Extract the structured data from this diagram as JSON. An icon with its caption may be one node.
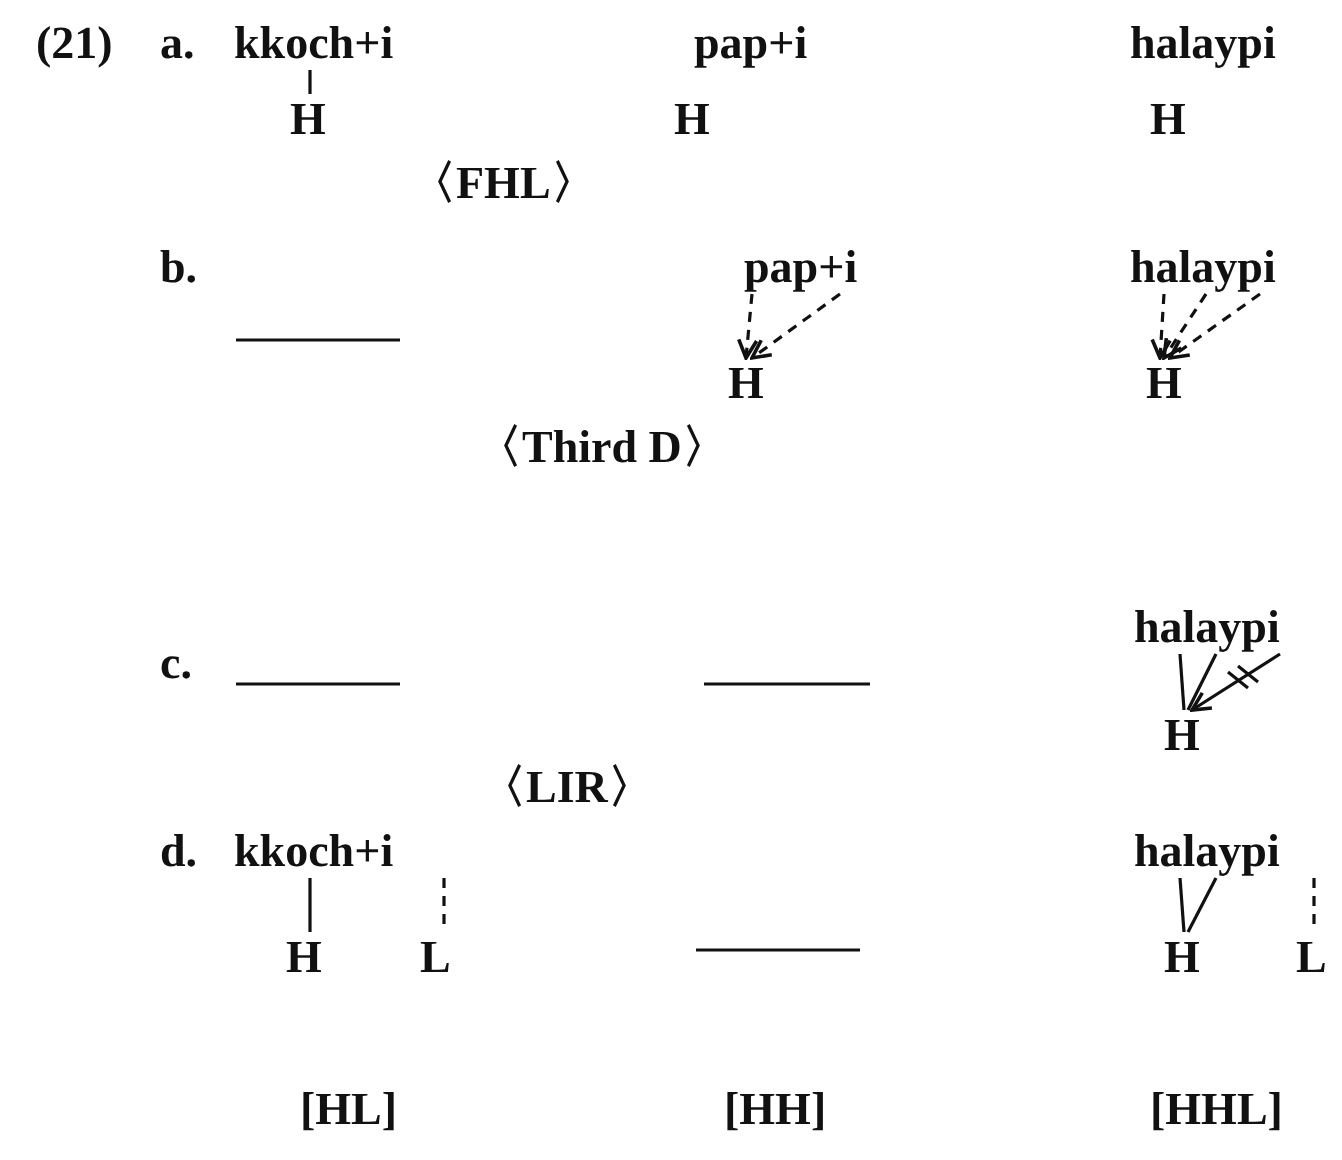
{
  "diagram": {
    "nodes": [
      {
        "text": [
          "kkoch+i"
        ]
      },
      {
        "text": [
          "H"
        ]
      },
      {
        "text": [
          "pap+i"
        ]
      },
      {
        "text": [
          "H"
        ]
      },
      {
        "text": [
          "halaypi"
        ]
      },
      {
        "text": [
          "H"
        ]
      },
      {
        "text": [
          "pap+i"
        ]
      },
      {
        "text": [
          "H"
        ]
      },
      {
        "text": [
          "halaypi"
        ]
      },
      {
        "text": [
          "H"
        ]
      },
      {
        "text": [
          "halaypi"
        ]
      },
      {
        "text": [
          "H"
        ]
      },
      {
        "text": [
          "kkoch+i"
        ]
      },
      {
        "text": [
          "H"
        ]
      },
      {
        "text": [
          "L"
        ]
      },
      {
        "text": [
          "halaypi"
        ]
      },
      {
        "text": [
          "H"
        ]
      },
      {
        "text": [
          "L"
        ]
      }
    ],
    "edges": [
      {
        "from": 0,
        "to": 1,
        "arrow": "none"
      },
      {
        "from": 6,
        "to": 7,
        "arrow": "to",
        "style": "dashed"
      },
      {
        "from": 6,
        "to": 7,
        "arrow": "to",
        "style": "dashed"
      },
      {
        "from": 8,
        "to": 9,
        "arrow": "to",
        "style": "dashed"
      },
      {
        "from": 8,
        "to": 9,
        "arrow": "to",
        "style": "dashed"
      },
      {
        "from": 8,
        "to": 9,
        "arrow": "to",
        "style": "dashed"
      },
      {
        "from": 10,
        "to": 11,
        "arrow": "none"
      },
      {
        "from": 10,
        "to": 11,
        "arrow": "none"
      },
      {
        "from": 10,
        "to": 11,
        "arrow": "to"
      },
      {
        "from": 12,
        "to": 13,
        "arrow": "none"
      },
      {
        "from": 12,
        "to": 14,
        "arrow": "none",
        "style": "dashed"
      },
      {
        "from": 15,
        "to": 16,
        "arrow": "none"
      },
      {
        "from": 15,
        "to": 16,
        "arrow": "none"
      },
      {
        "from": 15,
        "to": 17,
        "arrow": "none",
        "style": "dashed"
      }
    ],
    "labels": [
      "(21)",
      "a.",
      "〈FHL〉",
      "b.",
      "〈Third D〉",
      "c.",
      "〈LIR〉",
      "d.",
      "[HL]",
      "[HH]",
      "[HHL]"
    ]
  }
}
